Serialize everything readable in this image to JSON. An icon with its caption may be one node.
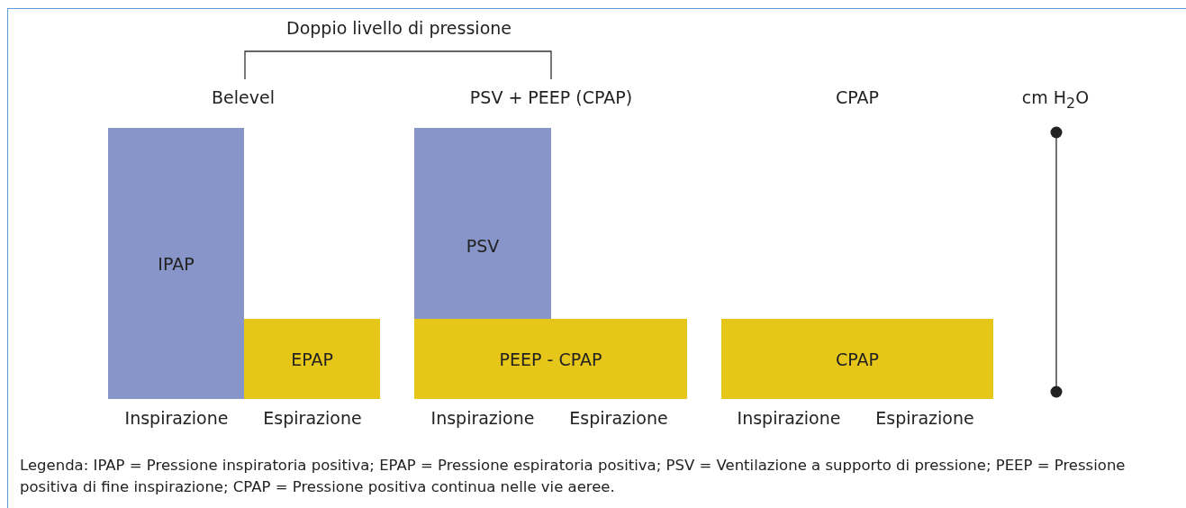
{
  "diagram": {
    "nodes": [
      {
        "text": [
          "IPAP"
        ]
      },
      {
        "text": [
          "EPAP"
        ]
      },
      {
        "text": [
          "PSV"
        ]
      },
      {
        "text": [
          "PEEP - CPAP"
        ]
      },
      {
        "text": [
          "CPAP"
        ]
      }
    ],
    "edges": [],
    "labels": [
      "Doppio livello di pressione",
      "Belevel",
      "PSV + PEEP (CPAP)",
      "CPAP",
      "cm H$_{2}$O",
      "Inspirazione",
      "Espirazione",
      "Inspirazione",
      "Espirazione",
      "Inspirazione",
      "Espirazione",
      "Legenda: IPAP = Pressione inspiratoria positiva; EPAP = Pressione espiratoria positiva; PSV = Ventilazione a supporto di pressione; PEEP = Pressione positiva di fine inspirazione; CPAP = Pressione positiva continua nelle vie aeree."
    ]
  }
}
